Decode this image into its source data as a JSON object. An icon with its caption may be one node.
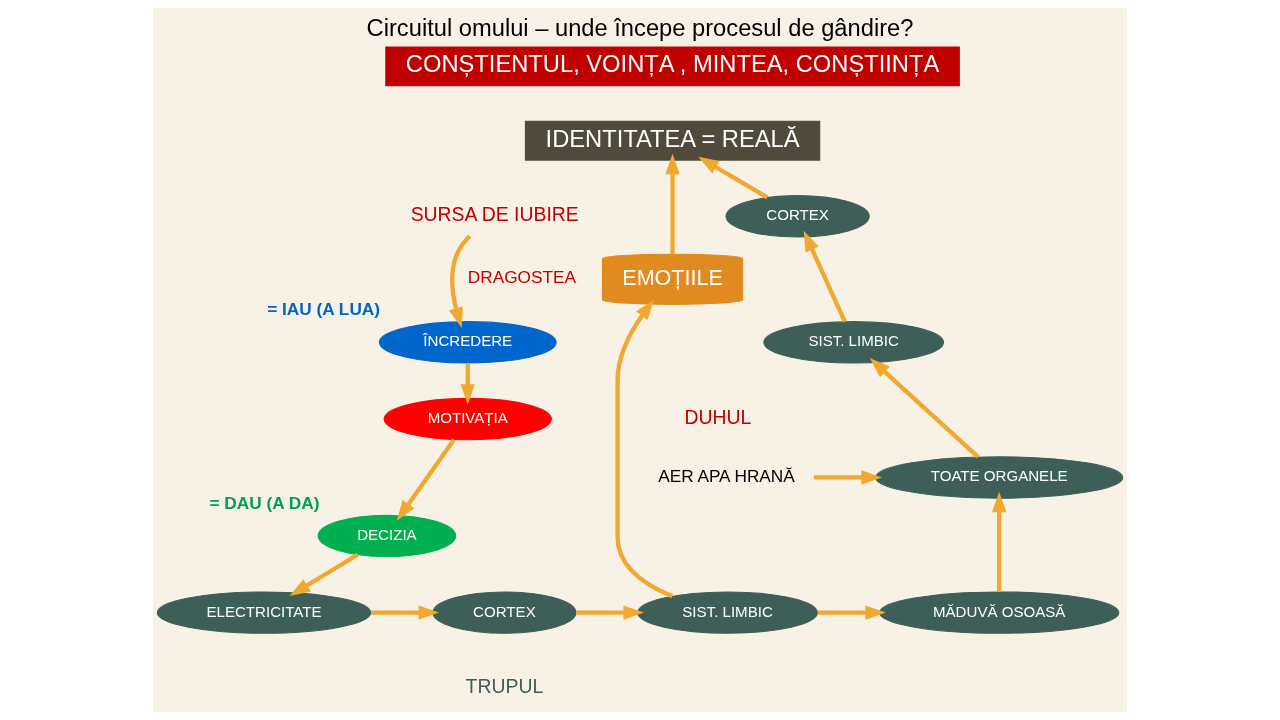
{
  "diagram": {
    "title": "Circuitul omului – unde începe procesul de gândire?",
    "nodes": [
      {
        "text": [
          "CONȘTIENTUL, VOINȚA , MINTEA, CONȘTIINȚA"
        ]
      },
      {
        "text": [
          "IDENTITATEA = REALĂ"
        ]
      },
      {
        "text": [
          "SURSA DE IUBIRE"
        ]
      },
      {
        "text": [
          "ÎNCREDERE"
        ],
        "beside": [
          "= IAU (A LUA)"
        ]
      },
      {
        "text": [
          "MOTIVAȚIA"
        ]
      },
      {
        "text": [
          "DECIZIA"
        ],
        "beside": [
          "= DAU (A DA)"
        ]
      },
      {
        "text": [
          "EMOȚIILE"
        ]
      },
      {
        "text": [
          "CORTEX"
        ]
      },
      {
        "text": [
          "SIST. LIMBIC"
        ]
      },
      {
        "text": [
          "AER APA HRANĂ"
        ]
      },
      {
        "text": [
          "TOATE ORGANELE"
        ]
      },
      {
        "text": [
          "ELECTRICITATE"
        ]
      },
      {
        "text": [
          "CORTEX"
        ]
      },
      {
        "text": [
          "SIST. LIMBIC"
        ]
      },
      {
        "text": [
          "MĂDUVĂ OSOASĂ"
        ]
      }
    ],
    "edges": [
      {
        "from": 2,
        "to": 3,
        "arrow": "to",
        "label": "DRAGOSTEA"
      },
      {
        "from": 3,
        "to": 4,
        "arrow": "to"
      },
      {
        "from": 4,
        "to": 5,
        "arrow": "to"
      },
      {
        "from": 5,
        "to": 11,
        "arrow": "to"
      },
      {
        "from": 11,
        "to": 12,
        "arrow": "to"
      },
      {
        "from": 12,
        "to": 13,
        "arrow": "to"
      },
      {
        "from": 13,
        "to": 6,
        "arrow": "to"
      },
      {
        "from": 6,
        "to": 1,
        "arrow": "to"
      },
      {
        "from": 13,
        "to": 14,
        "arrow": "to"
      },
      {
        "from": 14,
        "to": 10,
        "arrow": "to"
      },
      {
        "from": 9,
        "to": 10,
        "arrow": "to"
      },
      {
        "from": 10,
        "to": 8,
        "arrow": "to"
      },
      {
        "from": 8,
        "to": 7,
        "arrow": "to"
      },
      {
        "from": 7,
        "to": 1,
        "arrow": "to"
      }
    ],
    "labels": [
      "DUHUL",
      "TRUPUL"
    ]
  }
}
